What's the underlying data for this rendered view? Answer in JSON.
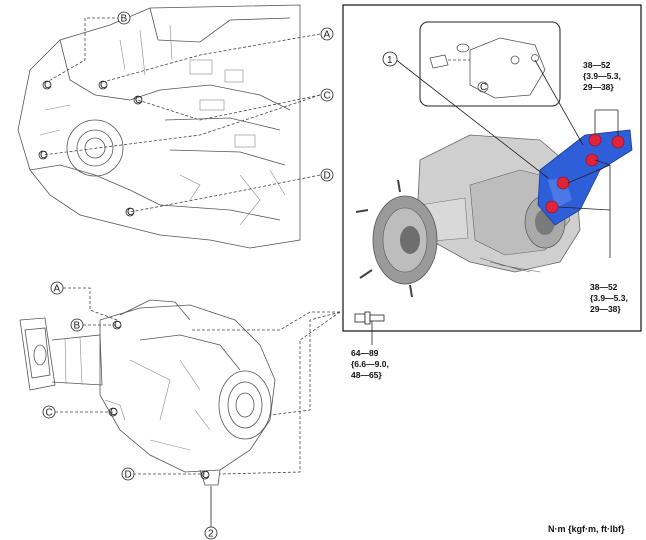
{
  "diagram": {
    "labels": {
      "A": "A",
      "B": "B",
      "C": "C",
      "D": "D",
      "one": "1",
      "two": "2"
    },
    "bolt_marker": "C",
    "torque_top_right": [
      "38—52",
      "{3.9—5.3,",
      "29—38}"
    ],
    "torque_mid_right": [
      "38—52",
      "{3.9—5.3,",
      "29—38}"
    ],
    "torque_bolt": [
      "64—89",
      "{6.6—9.0,",
      "48—65}"
    ],
    "unit_note": "N·m {kgf·m, ft·lbf}",
    "colors": {
      "bracket_blue": "#2f5fd8",
      "bolt_red": "#e0223a",
      "line": "#333333"
    }
  }
}
